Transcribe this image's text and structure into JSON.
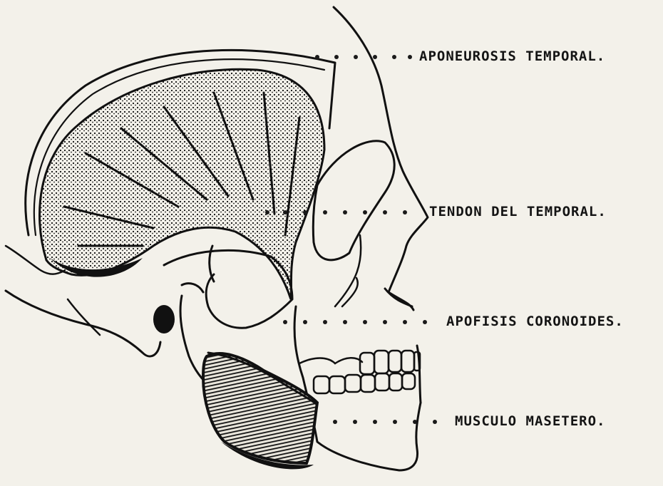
{
  "figure": {
    "labels": [
      {
        "id": "aponeurosis",
        "text": "APONEUROSIS TEMPORAL."
      },
      {
        "id": "tendon",
        "text": "TENDON DEL TEMPORAL."
      },
      {
        "id": "apofisis",
        "text": "APOFISIS CORONOIDES."
      },
      {
        "id": "musculo",
        "text": "MUSCULO MASETERO."
      }
    ],
    "ink_color": "#111111",
    "paper_color": "#f3f1ea"
  }
}
